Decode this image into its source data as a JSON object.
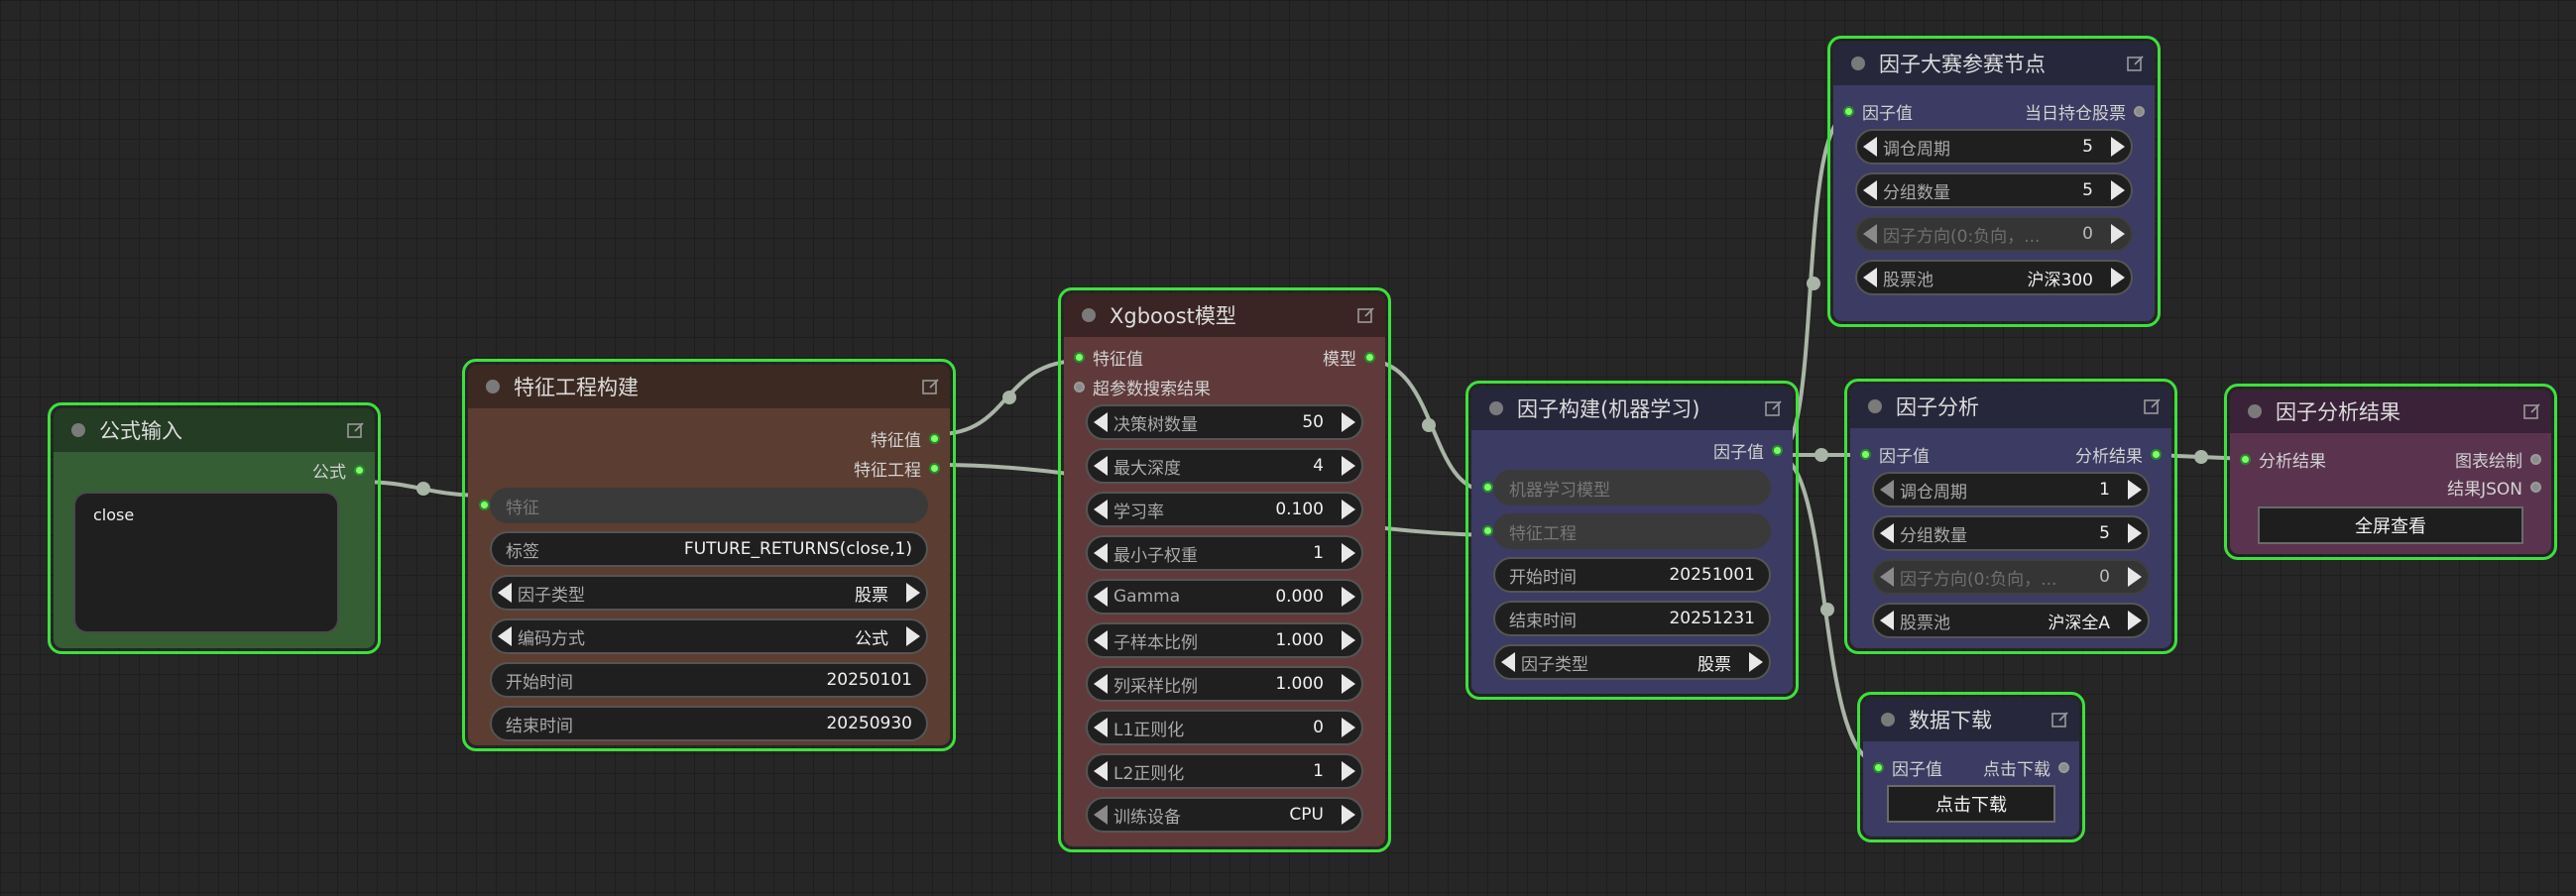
{
  "nodes": {
    "formula": {
      "title": "公式输入",
      "out": "公式",
      "text": "close"
    },
    "feature": {
      "title": "特征工程构建",
      "out1": "特征值",
      "out2": "特征工程",
      "in_feature": "特征",
      "label_l": "标签",
      "label_v": "FUTURE_RETURNS(close,1)",
      "factor_type_l": "因子类型",
      "factor_type_v": "股票",
      "encode_l": "编码方式",
      "encode_v": "公式",
      "start_l": "开始时间",
      "start_v": "20250101",
      "end_l": "结束时间",
      "end_v": "20250930"
    },
    "xgb": {
      "title": "Xgboost模型",
      "in1": "特征值",
      "in2": "超参数搜索结果",
      "out": "模型",
      "params": [
        {
          "label": "决策树数量",
          "value": "50"
        },
        {
          "label": "最大深度",
          "value": "4"
        },
        {
          "label": "学习率",
          "value": "0.100"
        },
        {
          "label": "最小子权重",
          "value": "1"
        },
        {
          "label": "Gamma",
          "value": "0.000"
        },
        {
          "label": "子样本比例",
          "value": "1.000"
        },
        {
          "label": "列采样比例",
          "value": "1.000"
        },
        {
          "label": "L1正则化",
          "value": "0"
        },
        {
          "label": "L2正则化",
          "value": "1"
        },
        {
          "label": "训练设备",
          "value": "CPU"
        }
      ]
    },
    "factor_ml": {
      "title": "因子构建(机器学习)",
      "out": "因子值",
      "in_model": "机器学习模型",
      "in_fe": "特征工程",
      "start_l": "开始时间",
      "start_v": "20251001",
      "end_l": "结束时间",
      "end_v": "20251231",
      "type_l": "因子类型",
      "type_v": "股票"
    },
    "contest": {
      "title": "因子大赛参赛节点",
      "in": "因子值",
      "out": "当日持仓股票",
      "rebalance_l": "调仓周期",
      "rebalance_v": "5",
      "groups_l": "分组数量",
      "groups_v": "5",
      "direction_l": "因子方向(0:负向，...",
      "direction_v": "0",
      "pool_l": "股票池",
      "pool_v": "沪深300"
    },
    "analysis": {
      "title": "因子分析",
      "in": "因子值",
      "out": "分析结果",
      "rebalance_l": "调仓周期",
      "rebalance_v": "1",
      "groups_l": "分组数量",
      "groups_v": "5",
      "direction_l": "因子方向(0:负向，...",
      "direction_v": "0",
      "pool_l": "股票池",
      "pool_v": "沪深全A"
    },
    "result": {
      "title": "因子分析结果",
      "in": "分析结果",
      "out1": "图表绘制",
      "out2": "结果JSON",
      "button": "全屏查看"
    },
    "download": {
      "title": "数据下载",
      "in": "因子值",
      "out": "点击下载",
      "button": "点击下载"
    }
  },
  "colors": {
    "active_border": "#3ee03e",
    "link": "#a9b5a6",
    "slot_active": "#7dff6a"
  }
}
